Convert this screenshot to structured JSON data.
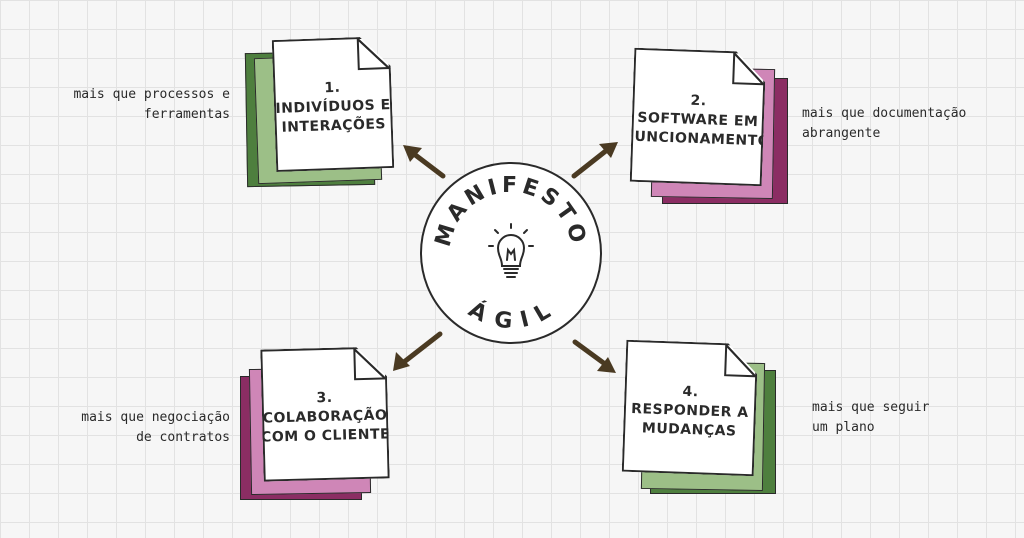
{
  "colors": {
    "green_dark": "#4e7f3e",
    "green_light": "#9cbf87",
    "pink_dark": "#8b2d63",
    "pink_light": "#cf86b7",
    "ink": "#2a2a2a",
    "arrow": "#4a3a22"
  },
  "center": {
    "word_top": "MANIFESTO",
    "word_bottom": "ÁGIL",
    "icon": "lightbulb-icon"
  },
  "values": [
    {
      "number": "1.",
      "title_lines": [
        "INDIVÍDUOS E",
        "INTERAÇÕES"
      ],
      "side_lines": [
        "mais que processos e",
        "ferramentas"
      ]
    },
    {
      "number": "2.",
      "title_lines": [
        "SOFTWARE EM",
        "FUNCIONAMENTO"
      ],
      "side_lines": [
        "mais que documentação",
        "abrangente"
      ]
    },
    {
      "number": "3.",
      "title_lines": [
        "COLABORAÇÃO",
        "COM O CLIENTE"
      ],
      "side_lines": [
        "mais que negociação",
        "de contratos"
      ]
    },
    {
      "number": "4.",
      "title_lines": [
        "RESPONDER A",
        "MUDANÇAS"
      ],
      "side_lines": [
        "mais que seguir",
        "um plano"
      ]
    }
  ]
}
